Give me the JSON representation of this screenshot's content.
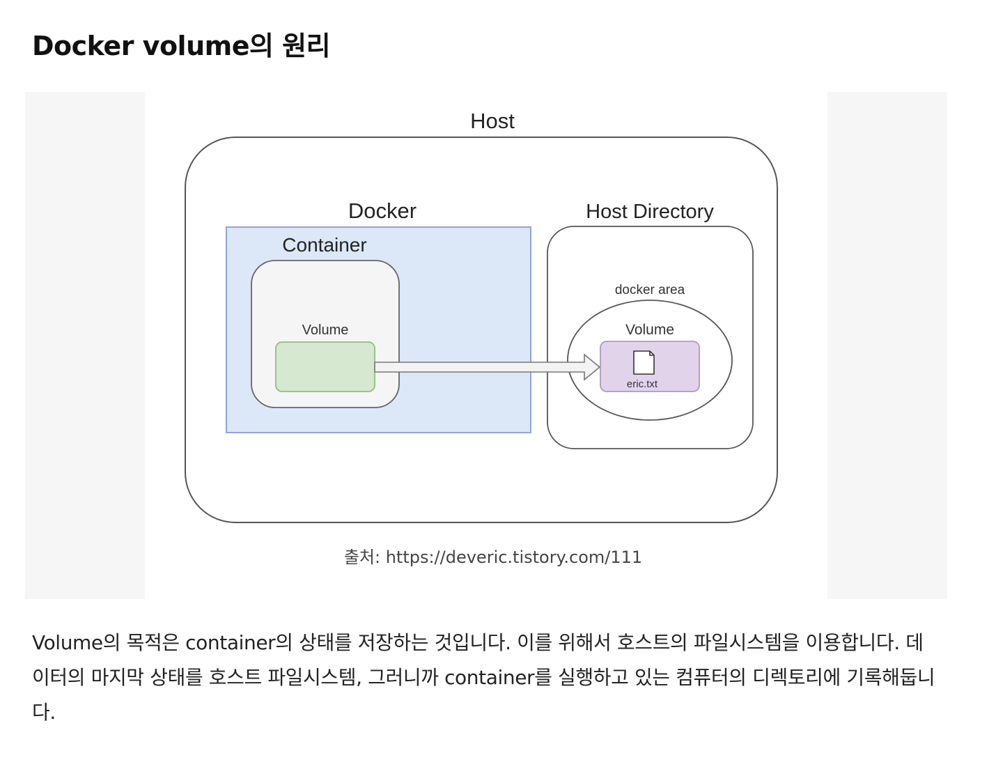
{
  "article": {
    "title": "Docker volume의 원리",
    "paragraph": "Volume의 목적은 container의 상태를 저장하는 것입니다. 이를 위해서 호스트의 파일시스템을 이용합니다. 데이터의 마지막 상태를 호스트 파일시스템, 그러니까 container를 실행하고 있는 컴퓨터의 디렉토리에 기록해둡니다."
  },
  "figure": {
    "caption": "출처: https://deveric.tistory.com/111",
    "labels": {
      "host": "Host",
      "docker": "Docker",
      "host_directory": "Host Directory",
      "container": "Container",
      "container_volume": "Volume",
      "docker_area": "docker area",
      "host_volume": "Volume",
      "file_name": "eric.txt"
    },
    "colors": {
      "docker_fill": "#dce7f8",
      "docker_stroke": "#8fa6d6",
      "container_fill": "#f5f5f5",
      "container_volume_fill": "#d6e8d0",
      "container_volume_stroke": "#8cc07c",
      "host_volume_fill": "#e1d4ea",
      "host_volume_stroke": "#b096c6"
    },
    "icons": [
      "file-icon",
      "arrow-right-icon"
    ]
  }
}
